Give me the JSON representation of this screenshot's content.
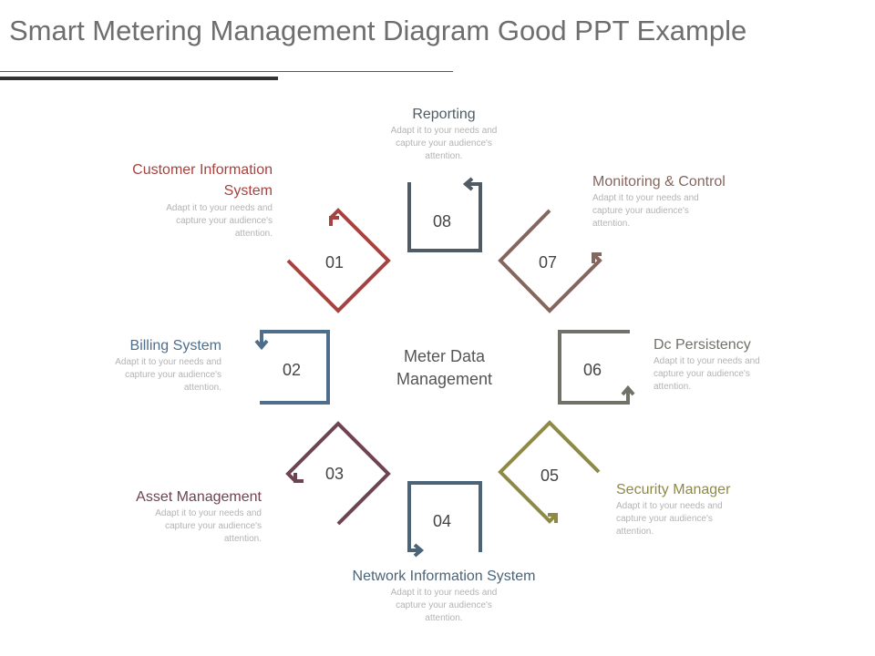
{
  "title": "Smart Metering Management Diagram Good PPT Example",
  "center_label_line1": "Meter Data",
  "center_label_line2": "Management",
  "colors": {
    "s01": "#a6423f",
    "s02": "#4e6e8c",
    "s03": "#6e4452",
    "s04": "#4c6478",
    "s05": "#8e8a45",
    "s06": "#6f7268",
    "s07": "#85665e",
    "s08": "#4f5c66"
  },
  "segments": [
    {
      "number": "01",
      "title_line1": "Customer Information",
      "title_line2": "System",
      "description_line1": "Adapt it to your needs and",
      "description_line2": "capture your audience's",
      "description_line3": "attention."
    },
    {
      "number": "02",
      "title": "Billing System",
      "description_line1": "Adapt it to your needs and",
      "description_line2": "capture your audience's",
      "description_line3": "attention."
    },
    {
      "number": "03",
      "title": "Asset Management",
      "description_line1": "Adapt it to your needs and",
      "description_line2": "capture your audience's",
      "description_line3": "attention."
    },
    {
      "number": "04",
      "title": "Network Information System",
      "description_line1": "Adapt it to your needs and",
      "description_line2": "capture your audience's",
      "description_line3": "attention."
    },
    {
      "number": "05",
      "title": "Security Manager",
      "description_line1": "Adapt it to your needs and",
      "description_line2": "capture your audience's",
      "description_line3": "attention."
    },
    {
      "number": "06",
      "title": "Dc Persistency",
      "description_line1": "Adapt it to your needs and",
      "description_line2": "capture your audience's",
      "description_line3": "attention."
    },
    {
      "number": "07",
      "title": "Monitoring & Control",
      "description_line1": "Adapt it to your needs and",
      "description_line2": "capture your audience's",
      "description_line3": "attention."
    },
    {
      "number": "08",
      "title": "Reporting",
      "description_line1": "Adapt it to your needs and",
      "description_line2": "capture your audience's",
      "description_line3": "attention."
    }
  ]
}
